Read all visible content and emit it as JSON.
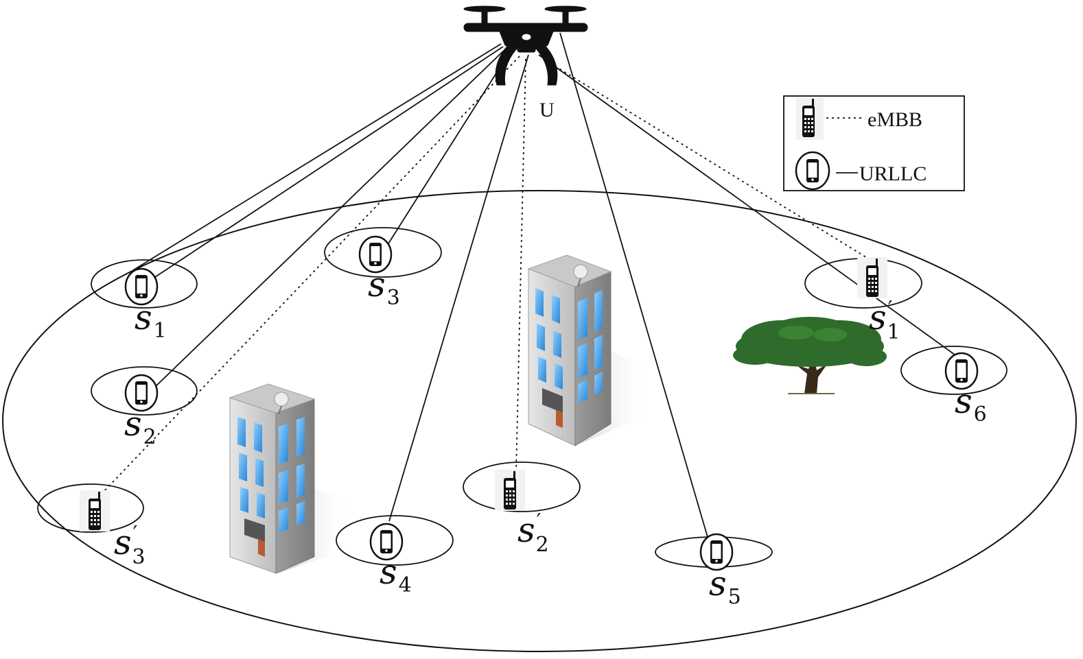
{
  "uav": {
    "label": "U"
  },
  "legend": {
    "embb_label": "eMBB",
    "urllc_label": "URLLC"
  },
  "users": {
    "s1": {
      "base": "s",
      "sub": "1",
      "prime": ""
    },
    "s2": {
      "base": "s",
      "sub": "2",
      "prime": ""
    },
    "s3": {
      "base": "s",
      "sub": "3",
      "prime": ""
    },
    "s4": {
      "base": "s",
      "sub": "4",
      "prime": ""
    },
    "s5": {
      "base": "s",
      "sub": "5",
      "prime": ""
    },
    "s6": {
      "base": "s",
      "sub": "6",
      "prime": ""
    },
    "s1p": {
      "base": "s",
      "sub": "1",
      "prime": "′"
    },
    "s2p": {
      "base": "s",
      "sub": "2",
      "prime": "′"
    },
    "s3p": {
      "base": "s",
      "sub": "3",
      "prime": "′"
    }
  },
  "colors": {
    "line": "#111111",
    "window": "#4aa3e8",
    "building_light": "#d9d9d9",
    "building_dark": "#8f8f8f",
    "tree": "#2f6b2a",
    "trunk": "#3a2a1a"
  }
}
